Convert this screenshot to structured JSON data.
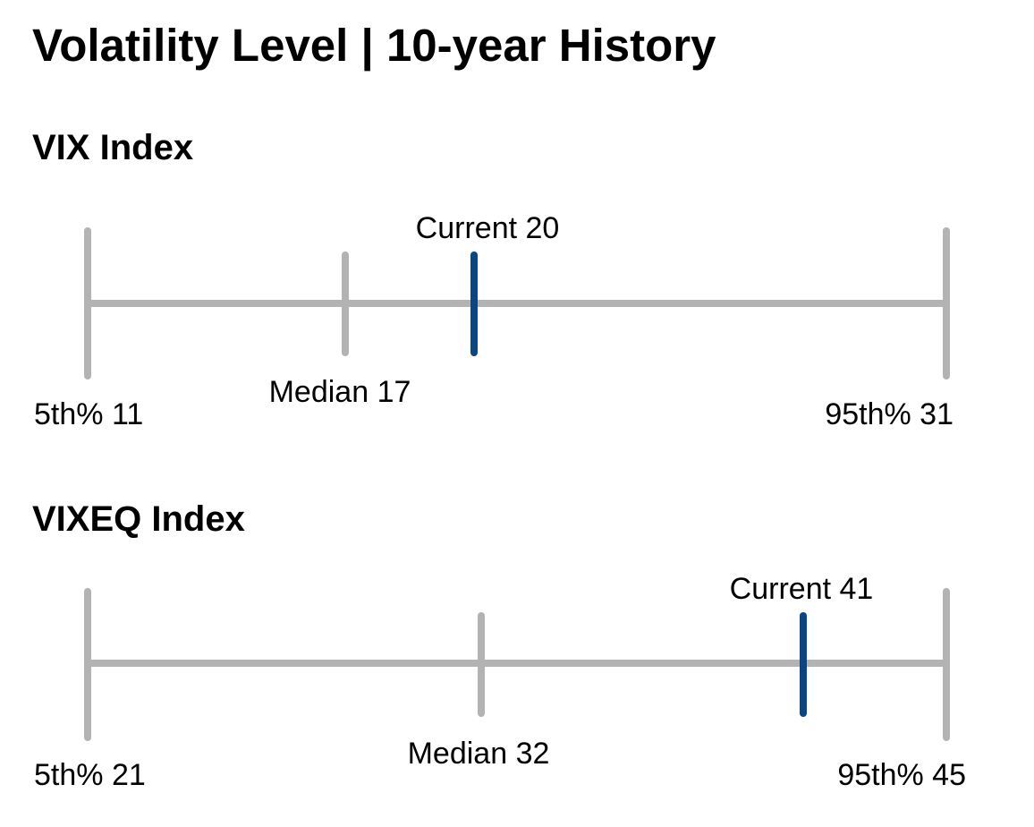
{
  "title": "Volatility Level | 10-year History",
  "colors": {
    "scale": "#b3b3b3",
    "current": "#0b4680"
  },
  "chart_data": [
    {
      "type": "range-gauge",
      "title": "VIX Index",
      "range": [
        11,
        31
      ],
      "markers": [
        {
          "label": "5th%",
          "value": 11,
          "text": "5th% 11"
        },
        {
          "label": "Median",
          "value": 17,
          "text": "Median 17"
        },
        {
          "label": "Current",
          "value": 20,
          "text": "Current 20",
          "highlight": true
        },
        {
          "label": "95th%",
          "value": 31,
          "text": "95th% 31"
        }
      ]
    },
    {
      "type": "range-gauge",
      "title": "VIXEQ Index",
      "range": [
        21,
        45
      ],
      "markers": [
        {
          "label": "5th%",
          "value": 21,
          "text": "5th% 21"
        },
        {
          "label": "Median",
          "value": 32,
          "text": "Median 32"
        },
        {
          "label": "Current",
          "value": 41,
          "text": "Current 41",
          "highlight": true
        },
        {
          "label": "95th%",
          "value": 45,
          "text": "95th% 45"
        }
      ]
    }
  ]
}
